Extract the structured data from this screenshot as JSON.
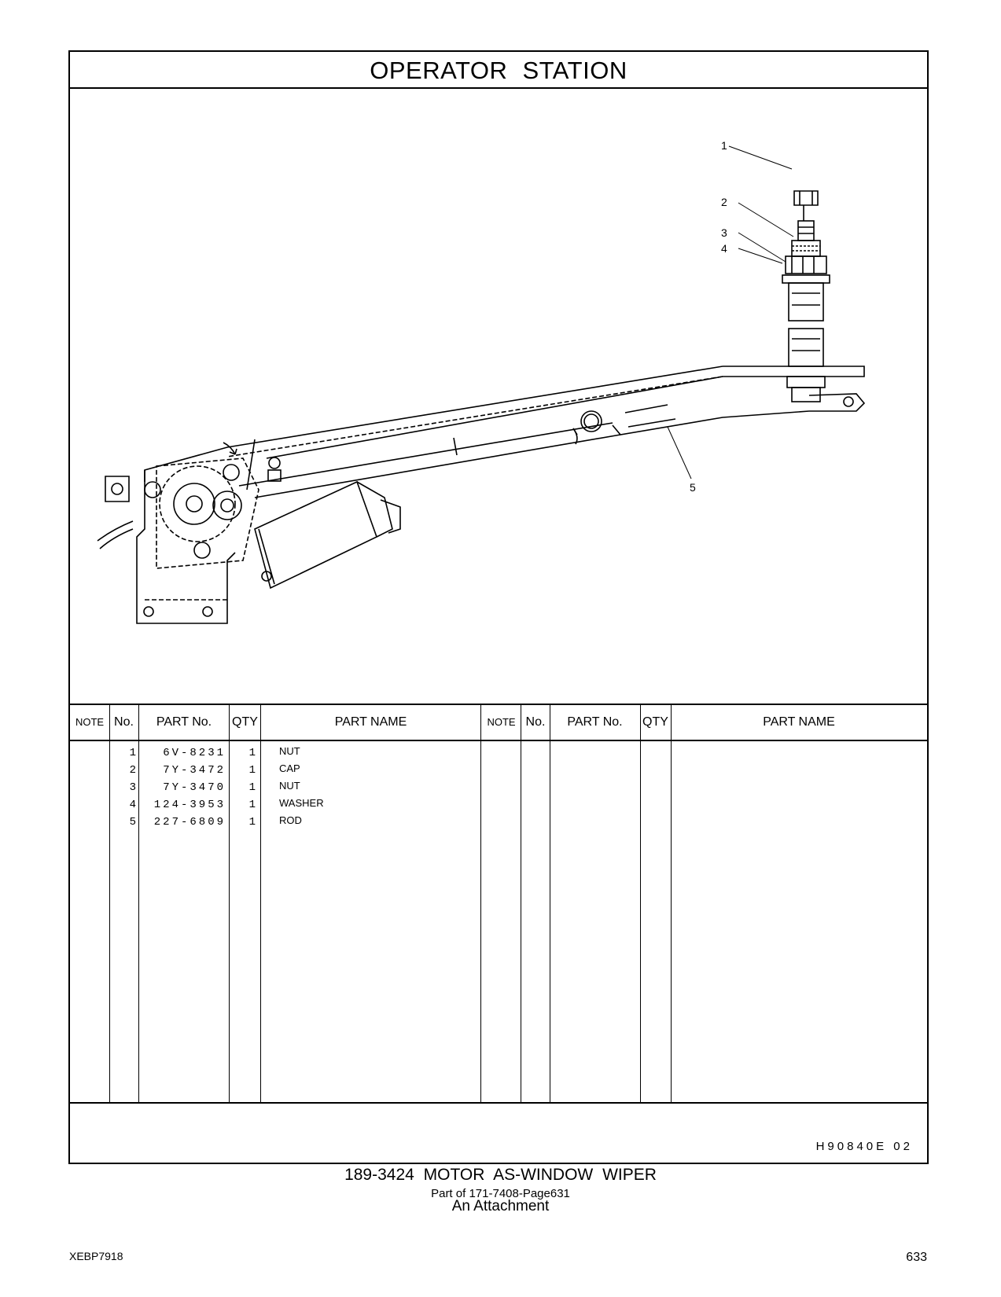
{
  "header": {
    "title": "OPERATOR   STATION"
  },
  "drawing": {
    "callouts": [
      "1",
      "2",
      "3",
      "4",
      "5"
    ]
  },
  "table": {
    "columns": {
      "note": "NOTE",
      "no": "No.",
      "part_no": "PART No.",
      "qty": "QTY",
      "part_name": "PART NAME"
    },
    "rows": [
      {
        "no": "1",
        "part_no": "6V-8231",
        "qty": "1",
        "part_name": "NUT"
      },
      {
        "no": "2",
        "part_no": "7Y-3472",
        "qty": "1",
        "part_name": "CAP"
      },
      {
        "no": "3",
        "part_no": "7Y-3470",
        "qty": "1",
        "part_name": "NUT"
      },
      {
        "no": "4",
        "part_no": "124-3953",
        "qty": "1",
        "part_name": "WASHER"
      },
      {
        "no": "5",
        "part_no": "227-6809",
        "qty": "1",
        "part_name": "ROD"
      }
    ],
    "code": "H90840E   02"
  },
  "footer": {
    "assembly": "189-3424  MOTOR AS-WINDOW WIPER",
    "part_of": "Part of 171-7408-Page631",
    "attachment": "An Attachment",
    "doc_id": "XEBP7918",
    "page_number": "633"
  }
}
